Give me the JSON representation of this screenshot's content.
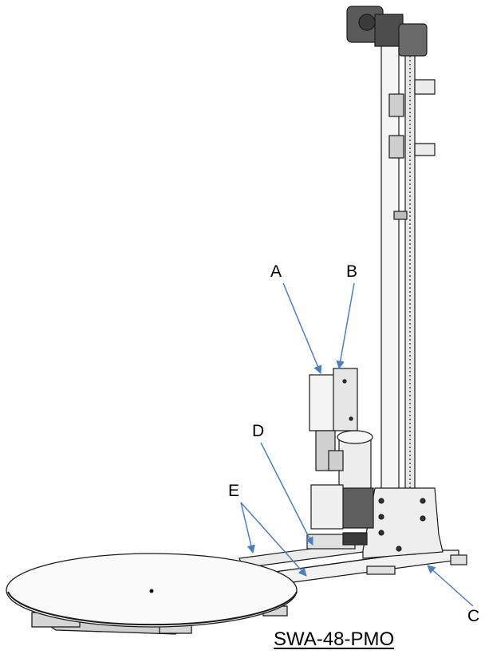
{
  "callouts": {
    "a": "A",
    "b": "B",
    "c": "C",
    "d": "D",
    "e": "E"
  },
  "model_name": "SWA-48-PMO",
  "colors": {
    "line": "#1a1a1a",
    "arrow": "#4a7fbf",
    "metal_light": "#e6e6e6",
    "metal_mid": "#bdbdbd",
    "metal_dark": "#4d4d4d"
  }
}
